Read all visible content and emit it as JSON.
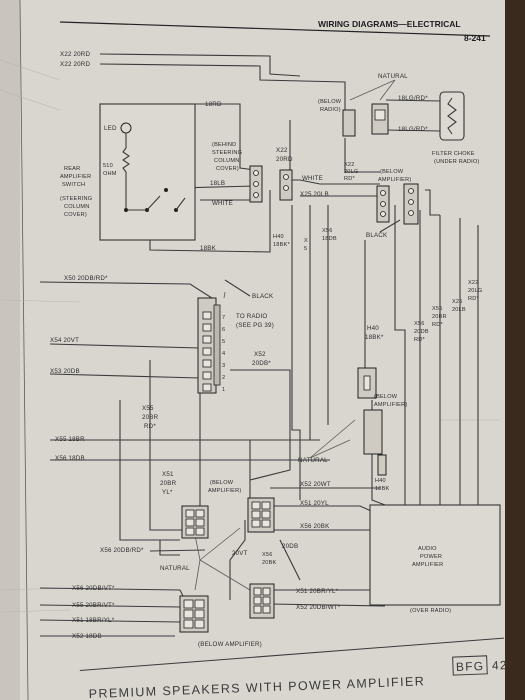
{
  "header": {
    "title": "WIRING DIAGRAMS—ELECTRICAL",
    "page_number": "8-241"
  },
  "footer": {
    "title": "PREMIUM SPEAKERS WITH POWER AMPLIFIER",
    "code": "BFG",
    "number": "42"
  },
  "labels": {
    "x22_20rd_a": "X22 20RD",
    "x22_20rd_b": "X22 20RD",
    "natural_top": "NATURAL",
    "below_radio": [
      "(BELOW",
      "RADIO)"
    ],
    "lbl_rd_1": "18LG/RD*",
    "lbl_rd_2": "18LG/RD*",
    "filter_choke": [
      "FILTER CHOKE",
      "(UNDER RADIO)"
    ],
    "led": "LED",
    "ohm": [
      "510",
      "OHM"
    ],
    "rear_switch": [
      "REAR",
      "AMPLIFIER",
      "SWITCH"
    ],
    "steering_cover": [
      "(STEERING",
      "COLUMN",
      "COVER)"
    ],
    "behind_steering": [
      "(BEHIND",
      "STEERING",
      "COLUMN",
      "COVER)"
    ],
    "rd18": "18RD",
    "x22_20rd_v": [
      "X22",
      "20RD"
    ],
    "lb18": "18LB",
    "white_1": "WHITE",
    "white_2": "WHITE",
    "x22_20lg": [
      "X22",
      "20LG",
      "RD*"
    ],
    "below_amp_top": [
      "(BELOW",
      "AMPLIFIER)"
    ],
    "x25_20lb": "X25 20LB",
    "black_top": "BLACK",
    "bk18": "18BK",
    "h40_18bk": [
      "H40",
      "18BK*"
    ],
    "x55_18br": "X55 18BR",
    "x56_18db": [
      "X56",
      "18DB"
    ],
    "x50": "X50 20DB/RD*",
    "black_radio": "BLACK",
    "to_radio": [
      "TO RADIO",
      "(SEE PG 39)"
    ],
    "pins": [
      "7",
      "6",
      "5",
      "4",
      "3",
      "2",
      "1"
    ],
    "x54": "X54 20VT",
    "x53": "X53 20DB",
    "x52_20db": [
      "X52",
      "20DB*"
    ],
    "x55_20br": [
      "X55",
      "20BR",
      "RD*"
    ],
    "x56_18db_h": "X56 18DB",
    "h40_18bk_mid": [
      "H40",
      "18BK*"
    ],
    "below_amp_mid": [
      "(BELOW",
      "AMPLIFIER)"
    ],
    "natural_mid": "NATURAL",
    "h40_18bk_low": [
      "H40",
      "18BK"
    ],
    "x56_20db_rd_v": [
      "X56",
      "20DB",
      "RD*"
    ],
    "x55_20br_rd_v": [
      "X55",
      "20BR",
      "RD*"
    ],
    "x25_20lb_v": [
      "X25",
      "20LB"
    ],
    "x22_20lg_rd_v": [
      "X22",
      "20LG",
      "RD*"
    ],
    "x51_20br": [
      "X51",
      "20BR",
      "YL*"
    ],
    "below_amp_low": [
      "(BELOW",
      "AMPLIFIER)"
    ],
    "x52_20wt": "X52 20WT",
    "x51_20yl": "X51 20YL",
    "x56_20bk": "X56 20BK",
    "x56_20db_rd": "X56 20DB/RD*",
    "natural_low": "NATURAL",
    "vt20": "20VT",
    "db20": "20DB",
    "x56_20bk_v": [
      "X56",
      "20BK"
    ],
    "audio_amp": [
      "AUDIO",
      "POWER",
      "AMPLIFIER"
    ],
    "x56_20db_vt": "X56 20DB/VT*",
    "x55_20br_vt": "X55 20BR/VT*",
    "x51_18br_yl": "X51 18BR/YL*",
    "x52_18db": "X52 18DB",
    "x51_20br_yl": "X51 20BR/YL*",
    "x52_20db_wt": "X52 20DB/WT*",
    "over_radio": "(OVER RADIO)",
    "below_amp_bottom": "(BELOW AMPLIFIER)"
  }
}
